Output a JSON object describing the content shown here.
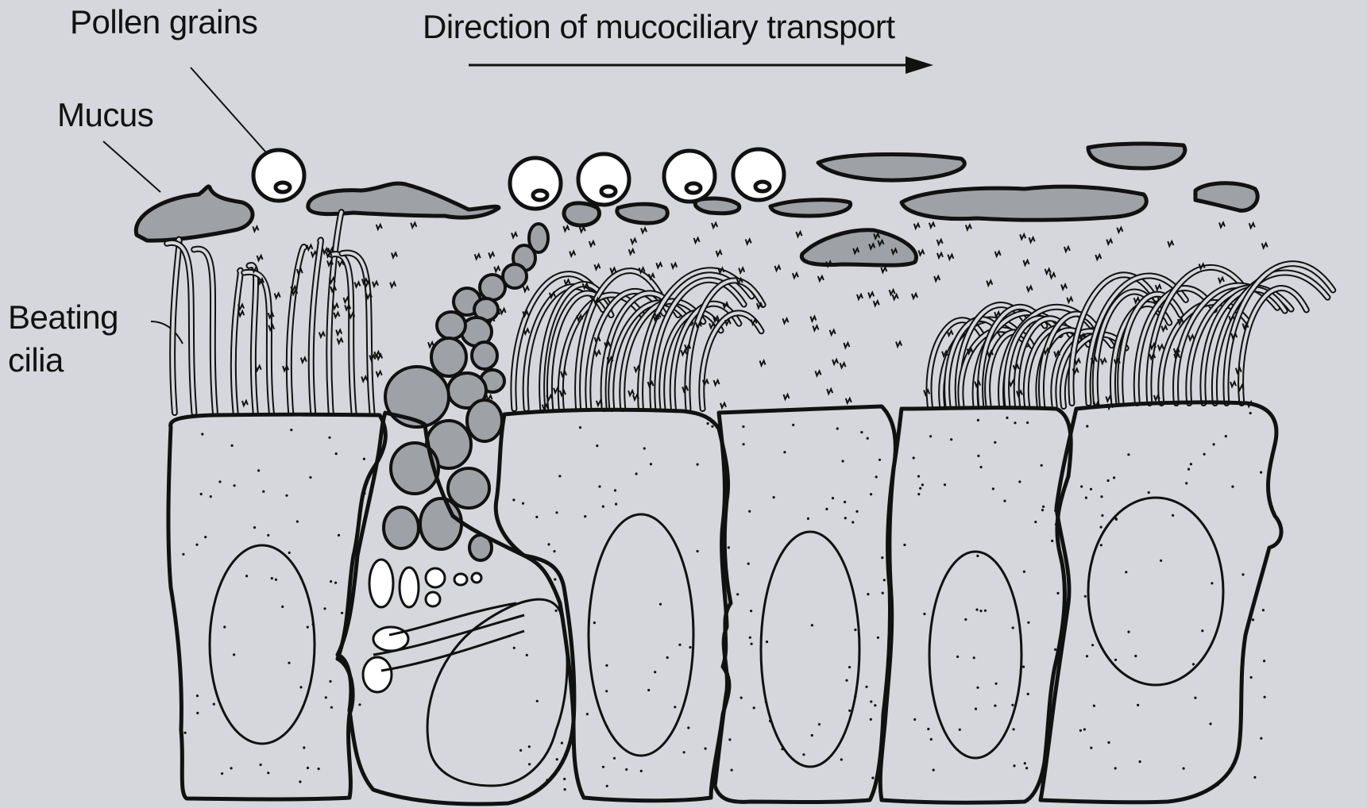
{
  "diagram": {
    "labels": {
      "pollen": "Pollen grains",
      "mucus": "Mucus",
      "cilia_line1": "Beating",
      "cilia_line2": "cilia",
      "direction": "Direction of mucociliary transport"
    },
    "colors": {
      "background": "#d5d7dc",
      "mucus_fill": "#9ea1a6",
      "ink": "#111111"
    }
  }
}
